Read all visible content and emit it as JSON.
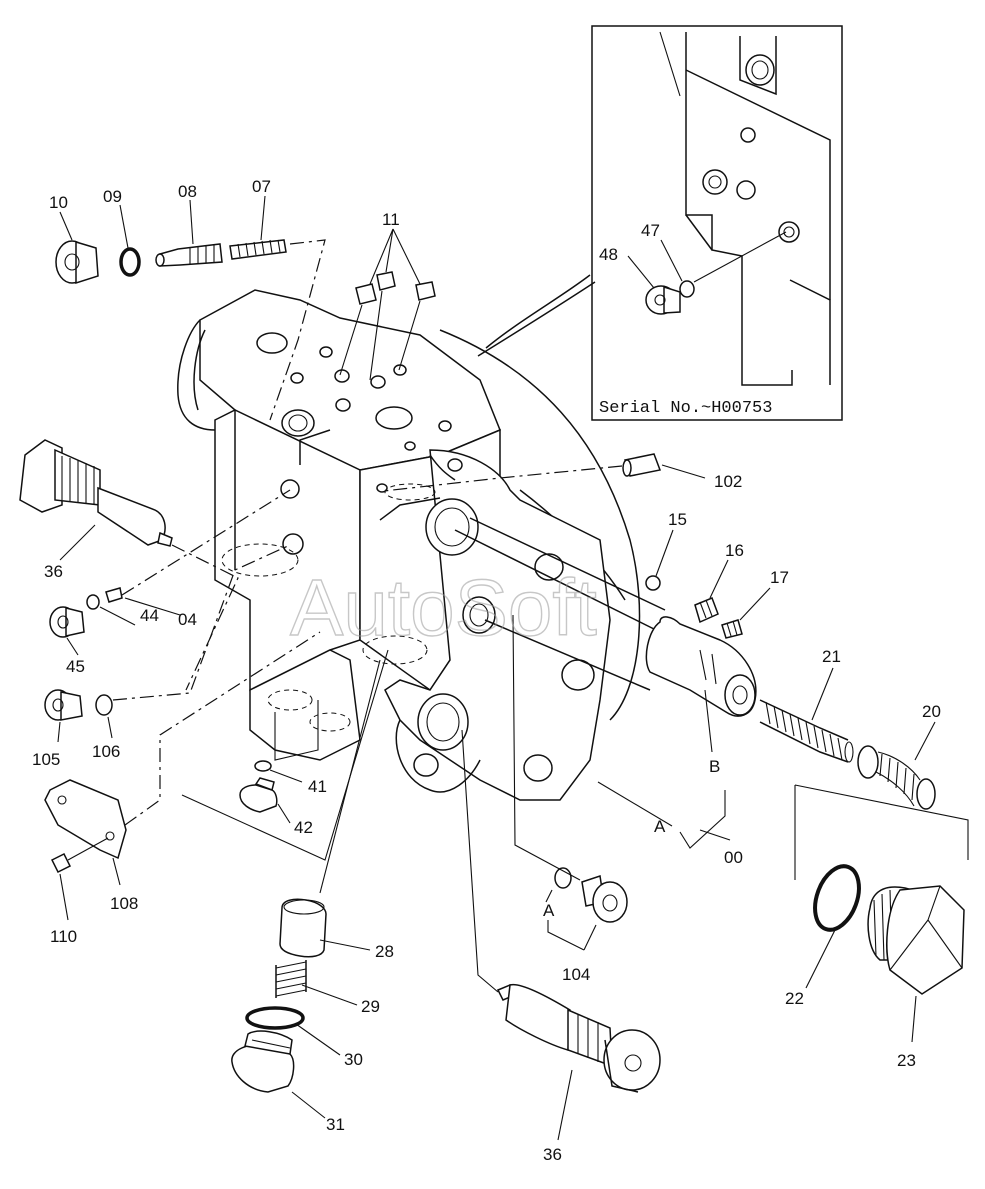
{
  "watermark": "AutoSoft",
  "inset": {
    "serial_text": "Serial No.~H00753",
    "labels": {
      "p47": "47",
      "p48": "48"
    }
  },
  "labels": {
    "p10": "10",
    "p09": "09",
    "p08": "08",
    "p07": "07",
    "p11": "11",
    "p36a": "36",
    "p04": "04",
    "p44": "44",
    "p45": "45",
    "p105": "105",
    "p106": "106",
    "p41": "41",
    "p42": "42",
    "p108": "108",
    "p110": "110",
    "p28": "28",
    "p29": "29",
    "p30": "30",
    "p31": "31",
    "p36b": "36",
    "p102": "102",
    "p15": "15",
    "p16": "16",
    "p17": "17",
    "p21": "21",
    "p20": "20",
    "pB": "B",
    "pA1": "A",
    "p00": "00",
    "pA2": "A",
    "p104": "104",
    "p22": "22",
    "p23": "23"
  }
}
